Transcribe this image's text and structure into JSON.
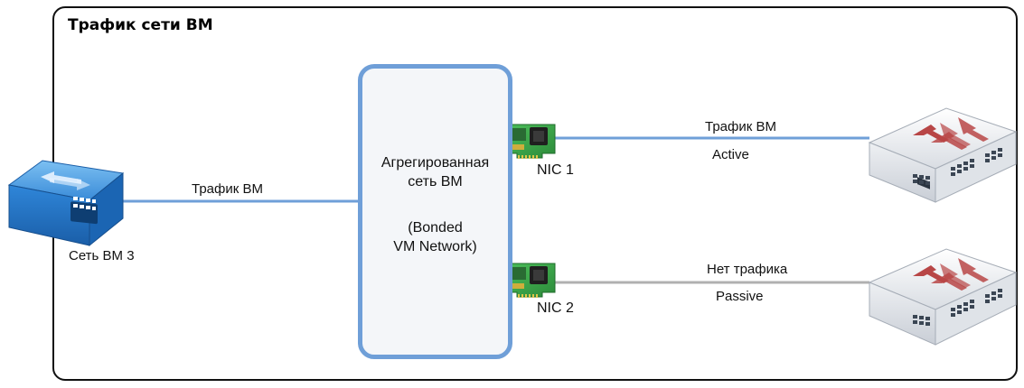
{
  "diagram": {
    "title": "Трафик сети ВМ",
    "left_network": {
      "label": "Сеть ВМ 3",
      "link_label": "Трафик ВМ"
    },
    "bond": {
      "line1": "Агрегированная",
      "line2": "сеть ВМ",
      "line3": "(Bonded",
      "line4": "VM Network)"
    },
    "nic1": {
      "label": "NIC 1",
      "link_label": "Трафик ВМ",
      "state": "Active"
    },
    "nic2": {
      "label": "NIC 2",
      "link_label": "Нет трафика",
      "state": "Passive"
    },
    "colors": {
      "frame": "#111111",
      "bond_border": "#6f9fd8",
      "active_link": "#6f9fd8",
      "passive_link": "#b0b0b0",
      "nic_board": "#3aa44a",
      "vm_network_icon": "#2f7fd0",
      "switch_body": "#e6e9ee",
      "switch_arrows": "#b84646"
    },
    "icons": [
      "vm-network-icon",
      "nic-card-icon",
      "physical-switch-icon"
    ]
  }
}
